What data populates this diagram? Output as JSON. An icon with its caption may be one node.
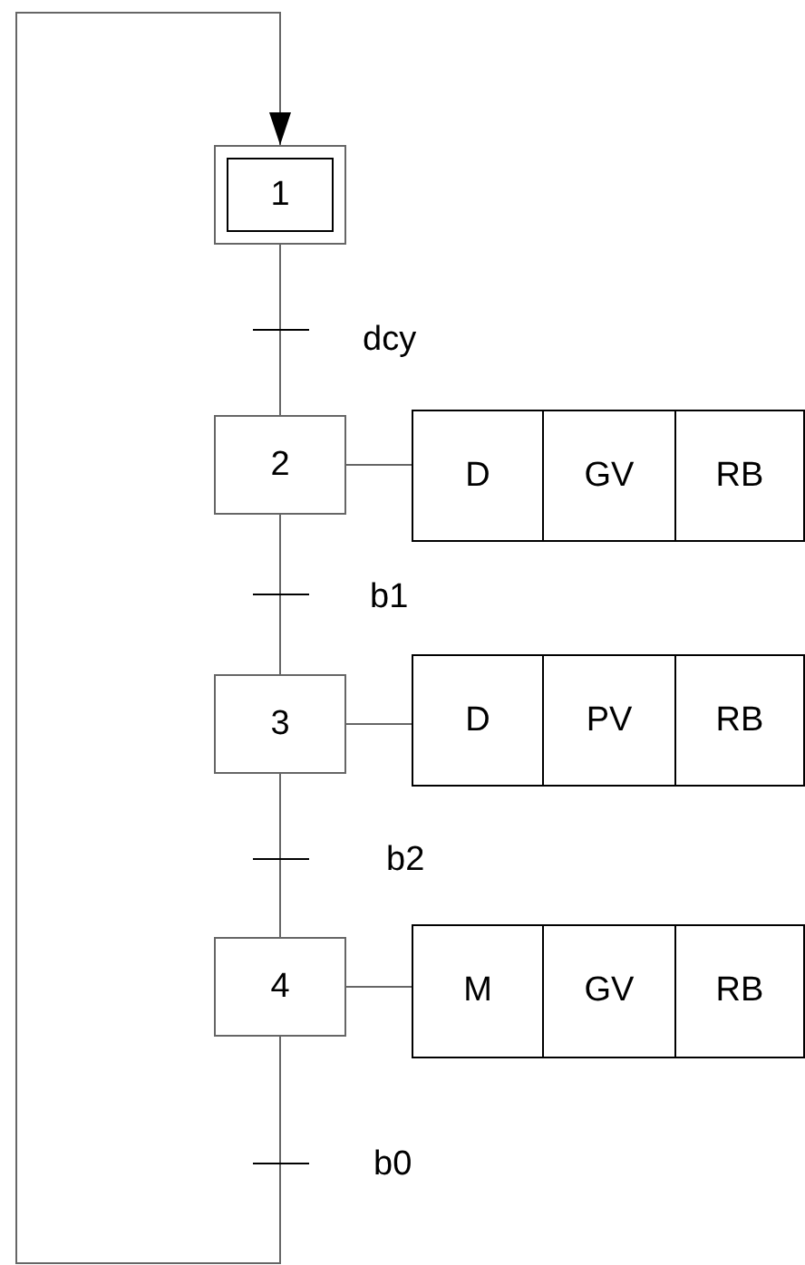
{
  "diagram": {
    "nodes": [
      {
        "text": [
          "1"
        ]
      },
      {
        "text": [
          "2"
        ]
      },
      {
        "text": [
          "D"
        ]
      },
      {
        "text": [
          "GV"
        ]
      },
      {
        "text": [
          "RB"
        ]
      },
      {
        "text": [
          "3"
        ]
      },
      {
        "text": [
          "D"
        ]
      },
      {
        "text": [
          "PV"
        ]
      },
      {
        "text": [
          "RB"
        ]
      },
      {
        "text": [
          "4"
        ]
      },
      {
        "text": [
          "M"
        ]
      },
      {
        "text": [
          "GV"
        ]
      },
      {
        "text": [
          "RB"
        ]
      }
    ],
    "edges": [
      {
        "from": 0,
        "to": 1,
        "arrow": "none"
      },
      {
        "from": 1,
        "to": 5,
        "arrow": "none"
      },
      {
        "from": 5,
        "to": 9,
        "arrow": "none"
      },
      {
        "from": 9,
        "to": 0,
        "arrow": "to"
      },
      {
        "from": 1,
        "to": 2,
        "arrow": "none"
      },
      {
        "from": 5,
        "to": 6,
        "arrow": "none"
      },
      {
        "from": 9,
        "to": 10,
        "arrow": "none"
      }
    ],
    "labels": [
      "dcy",
      "b1",
      "b2",
      "b0"
    ]
  }
}
